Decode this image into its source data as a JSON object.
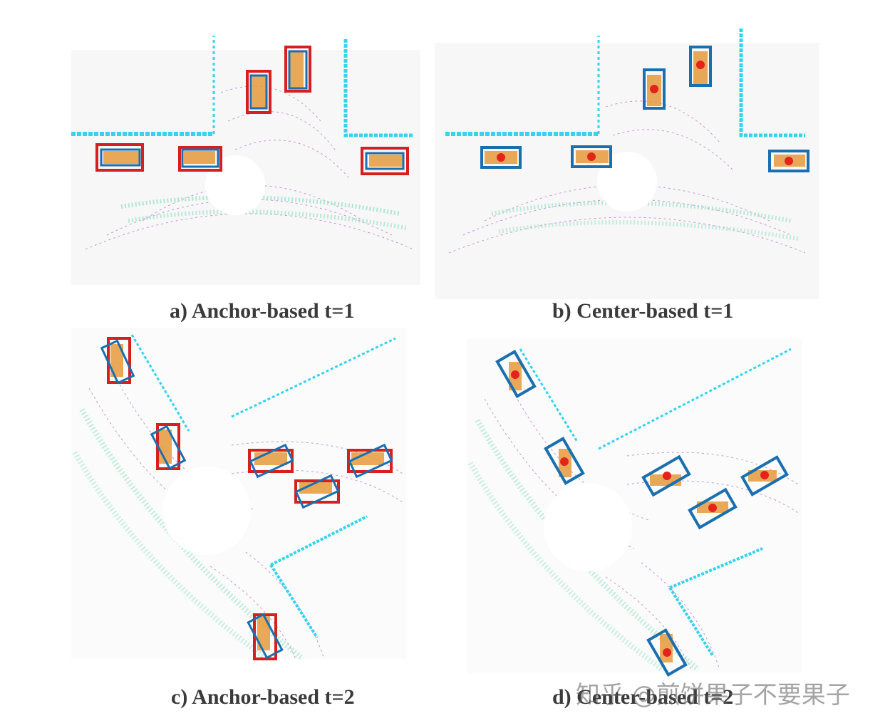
{
  "captions": {
    "a": "a) Anchor-based t=1",
    "b": "b) Center-based t=1",
    "c": "c) Anchor-based t=2",
    "d": "d) Center-based t=2"
  },
  "watermark": "知乎 @煎饼果子不要果子",
  "colors": {
    "anchor_box": "#d6201f",
    "center_box": "#1a6fb0",
    "center_dot": "#e3231c",
    "wall_points": "#35d3ee",
    "road_points_purple": "#c896d6",
    "road_points_green": "#8fe0c0",
    "car_points": "#e59a3c"
  }
}
